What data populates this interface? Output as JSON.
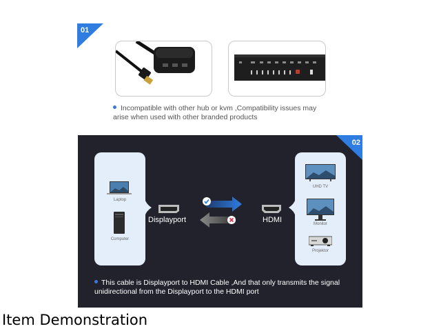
{
  "section1": {
    "badge": "01",
    "images": [
      {
        "name": "hdmi-splitter-hub",
        "alt": "HDMI hub with three ports"
      },
      {
        "name": "kvm-switch",
        "alt": "Rack KVM switch"
      }
    ],
    "note": "Incompatible with other hub or kvm ,Compatibility issues may arise when used with other branded products"
  },
  "section2": {
    "badge": "02",
    "source_devices": [
      {
        "label": "Laptop"
      },
      {
        "label": "Computer"
      }
    ],
    "source_port": "Displayport",
    "target_port": "HDMI",
    "target_devices": [
      {
        "label": "UHD TV"
      },
      {
        "label": "Monitor"
      },
      {
        "label": "Projektor"
      }
    ],
    "forward_status": "check",
    "reverse_status": "cross",
    "note": "This cable is Displayport to HDMI Cable ,And that only transmits the signal unidirectional from the Displayport to the HDMI port"
  },
  "caption": "Item Demonstration",
  "colors": {
    "accent": "#2f7de1",
    "panel_bg": "#22222c",
    "sidebox_bg": "#e4eefb",
    "cross_red": "#e0314b"
  }
}
